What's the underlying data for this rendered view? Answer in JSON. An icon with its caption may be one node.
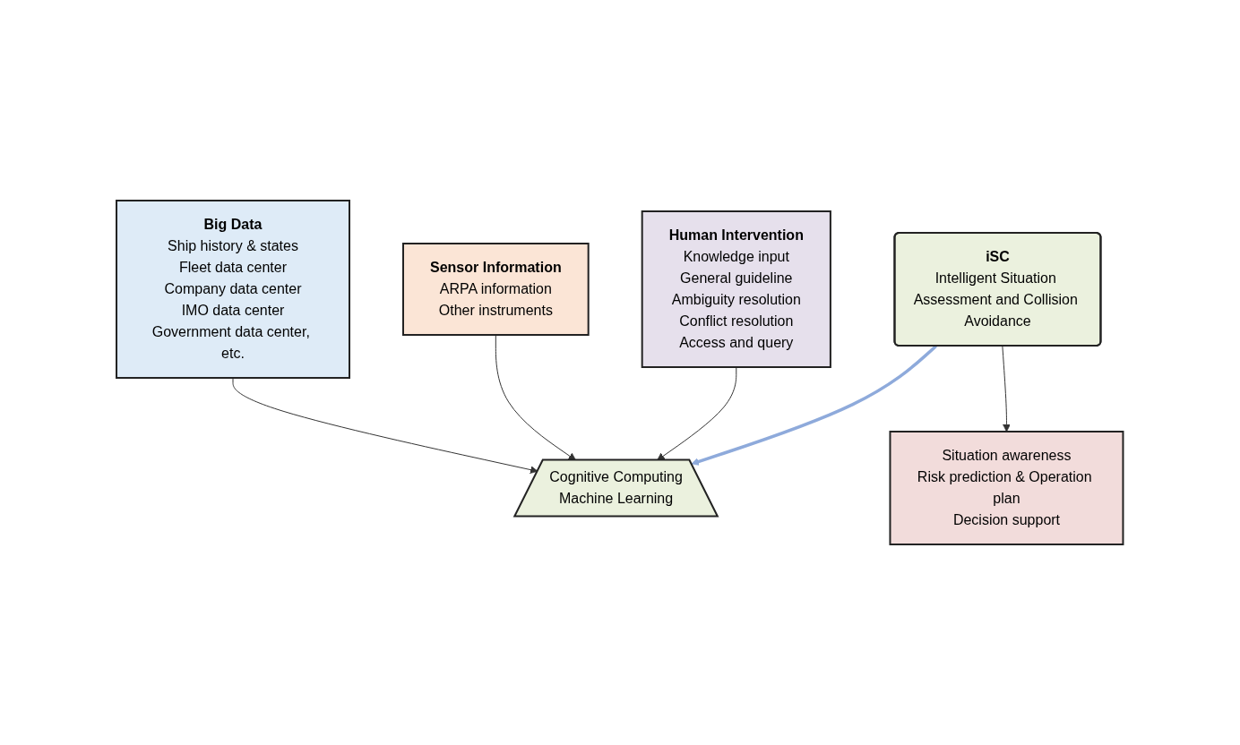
{
  "diagram": {
    "nodes": [
      {
        "text": [
          "Sensor Information",
          "ARPA information",
          "Other instruments"
        ]
      },
      {
        "text": [
          "Big Data",
          "Ship history & states",
          "Fleet data center",
          "Company data center",
          "IMO data center",
          "Government data center, etc."
        ]
      },
      {
        "text": [
          "Human Intervention",
          "Knowledge input",
          "General guideline",
          "Ambiguity resolution",
          "Conflict resolution",
          "Access and query"
        ]
      },
      {
        "text": [
          "Cognitive Computing",
          "Machine Learning"
        ]
      },
      {
        "text": [
          "iSC",
          "Intelligent Situation Assessment and Collision Avoidance"
        ]
      },
      {
        "text": [
          "Situation awareness",
          "Risk prediction & Operation plan",
          "Decision support"
        ]
      }
    ],
    "edges": [
      {
        "from": 1,
        "to": 3,
        "arrow": "to"
      },
      {
        "from": 0,
        "to": 3,
        "arrow": "to"
      },
      {
        "from": 2,
        "to": 3,
        "arrow": "to"
      },
      {
        "from": 4,
        "to": 3,
        "arrow": "to",
        "style": "thick",
        "color": "#8eaadb"
      },
      {
        "from": 4,
        "to": 5,
        "arrow": "to"
      }
    ]
  }
}
